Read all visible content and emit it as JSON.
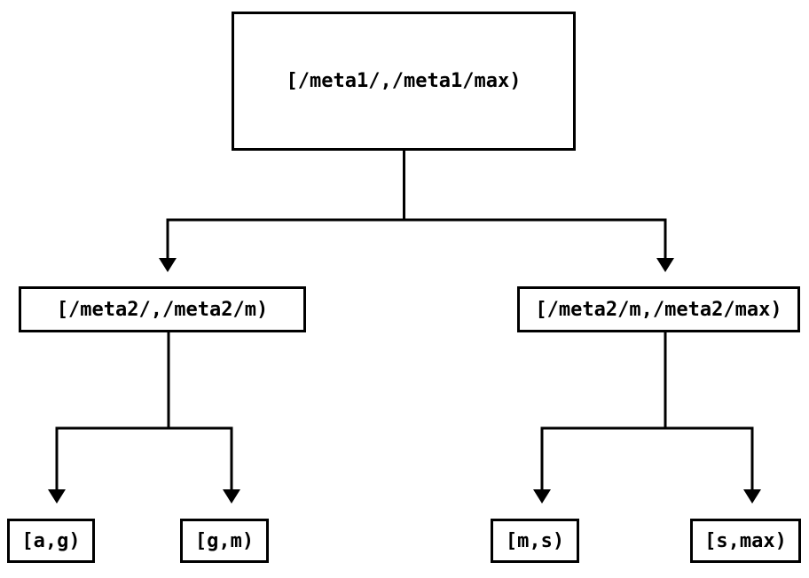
{
  "colors": {
    "background": "#ffffff",
    "line": "#000000",
    "text": "#000000"
  },
  "diagram": {
    "type": "tree",
    "nodes": {
      "root": {
        "label": "[/meta1/,/meta1/max)"
      },
      "meta2_low": {
        "label": "[/meta2/,/meta2/m)"
      },
      "meta2_high": {
        "label": "[/meta2/m,/meta2/max)"
      },
      "leaf_ag": {
        "label": "[a,g)"
      },
      "leaf_gm": {
        "label": "[g,m)"
      },
      "leaf_ms": {
        "label": "[m,s)"
      },
      "leaf_smax": {
        "label": "[s,max)"
      }
    },
    "edges": [
      {
        "from": "root",
        "to": "meta2_low"
      },
      {
        "from": "root",
        "to": "meta2_high"
      },
      {
        "from": "meta2_low",
        "to": "leaf_ag"
      },
      {
        "from": "meta2_low",
        "to": "leaf_gm"
      },
      {
        "from": "meta2_high",
        "to": "leaf_ms"
      },
      {
        "from": "meta2_high",
        "to": "leaf_smax"
      }
    ]
  }
}
